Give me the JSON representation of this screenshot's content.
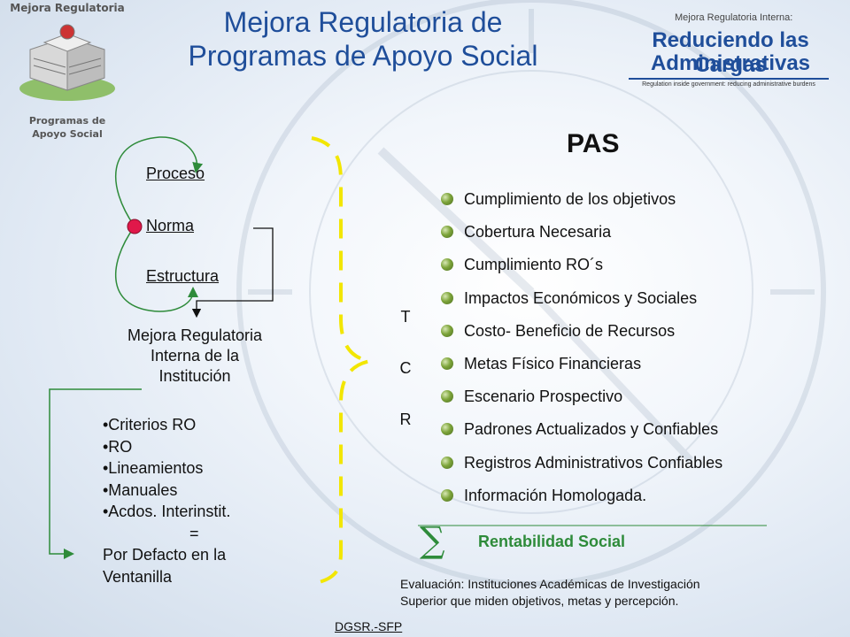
{
  "header": {
    "title_line1": "Mejora Regulatoria de",
    "title_line2": "Programas de Apoyo Social"
  },
  "logo_left": {
    "top_text": "Mejora Regulatoria",
    "bottom_line1": "Programas de",
    "bottom_line2": "Apoyo Social"
  },
  "logo_right": {
    "small": "Mejora Regulatoria Interna:",
    "big_line1": "Reduciendo las Cargas",
    "big_line2": "Administrativas",
    "tagline": "Regulation inside government: reducing administrative burdens"
  },
  "cycle": {
    "proceso": "Proceso",
    "norma": "Norma",
    "estructura": "Estructura"
  },
  "mejora_interna": {
    "line1": "Mejora Regulatoria",
    "line2": "Interna de la",
    "line3": "Institución"
  },
  "criteria": {
    "items": [
      "•Criterios RO",
      "•RO",
      "•Lineamientos",
      "•Manuales",
      "•Acdos. Interinstit."
    ],
    "equals": "=",
    "result_line1": "Por Defacto en la",
    "result_line2": "Ventanilla"
  },
  "tcr": [
    "T",
    "C",
    "R"
  ],
  "pas": {
    "title": "PAS",
    "items": [
      "Cumplimiento de los objetivos",
      "Cobertura Necesaria",
      "Cumplimiento RO´s",
      "Impactos Económicos y Sociales",
      "Costo- Beneficio  de Recursos",
      "Metas Físico Financieras",
      "Escenario Prospectivo",
      "Padrones Actualizados y Confiables",
      "Registros Administrativos Confiables",
      "Información Homologada."
    ]
  },
  "sigma_symbol": "∑",
  "rentabilidad": "Rentabilidad Social",
  "evaluacion": {
    "line1": "Evaluación: Instituciones Académicas de Investigación",
    "line2": "Superior que miden objetivos, metas y percepción."
  },
  "footer": "DGSR.-SFP",
  "colors": {
    "title_blue": "#1f4e9a",
    "arrow_green": "#2e8b3a",
    "brace_yellow": "#f2e600",
    "dot_red": "#e0184a",
    "rent_green": "#2e8b3a"
  }
}
